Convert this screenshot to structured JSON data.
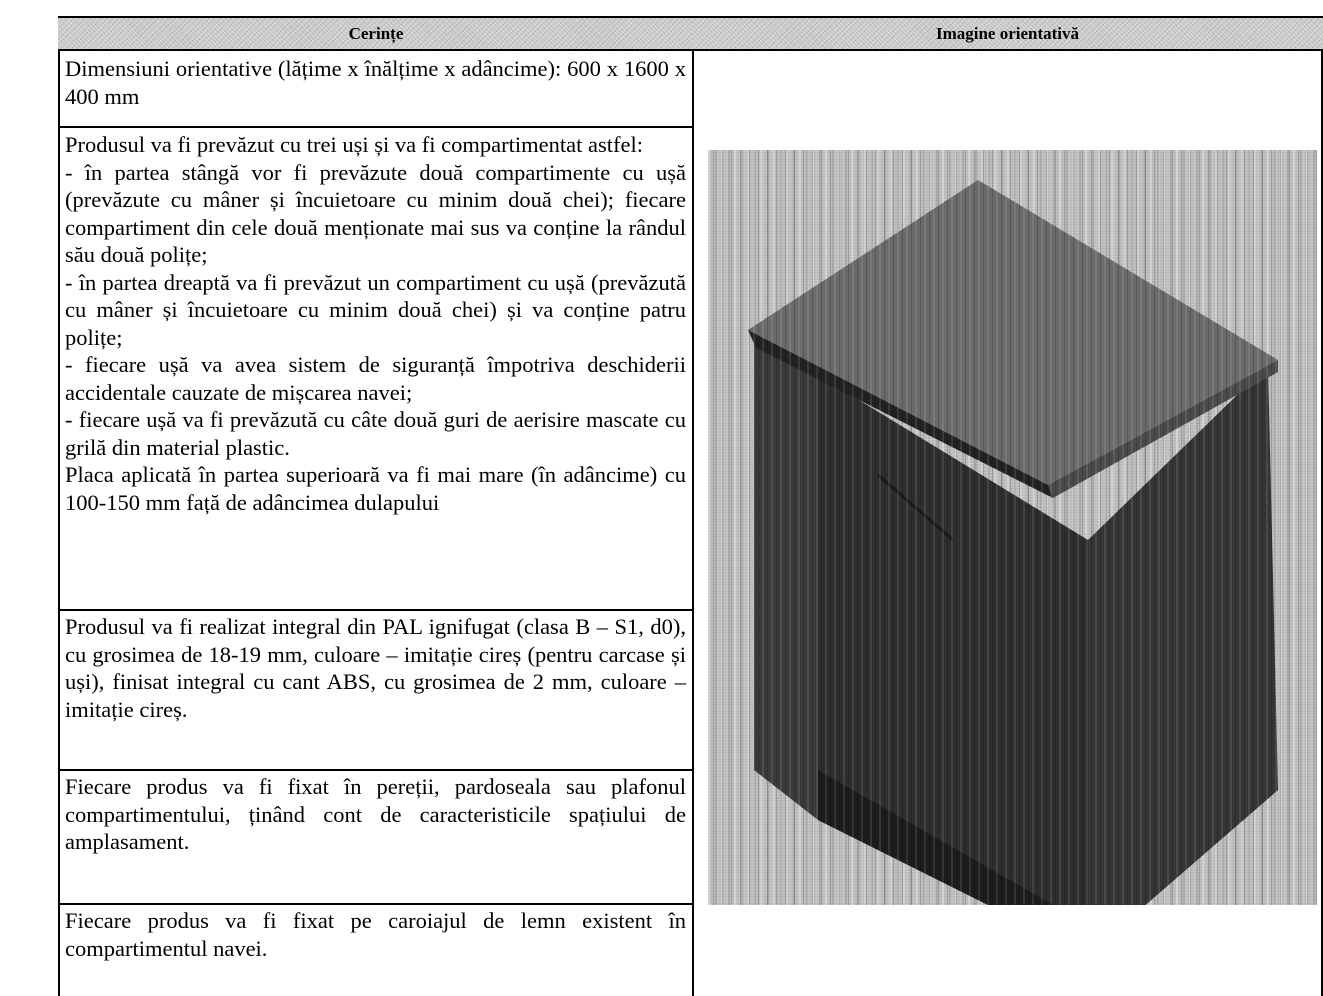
{
  "header": {
    "left": "Cerințe",
    "right": "Imagine orientativă"
  },
  "requirements": [
    {
      "lines": [
        "Dimensiuni orientative (lățime x înălțime x adâncime): 600 x 1600 x 400 mm"
      ]
    },
    {
      "lines": [
        "Produsul va fi prevăzut cu trei uși și va fi compartimentat astfel:",
        "- în partea stângă vor fi prevăzute două compartimente cu ușă (prevăzute cu mâner și încuietoare cu minim două chei); fiecare compartiment din cele două menționate mai sus va conține la rândul său două polițe;",
        "- în partea dreaptă va fi  prevăzut un compartiment cu ușă (prevăzută cu mâner și încuietoare cu minim două chei) și va conține patru polițe;",
        "- fiecare ușă va avea sistem de siguranță împotriva deschiderii accidentale cauzate de mișcarea navei;",
        "- fiecare ușă va fi prevăzută cu câte două guri de aerisire mascate cu grilă din material plastic.",
        "Placa aplicată în partea superioară va fi mai mare (în adâncime) cu 100-150 mm față de adâncimea dulapului"
      ]
    },
    {
      "lines": [
        "Produsul va fi realizat integral din  PAL ignifugat (clasa B – S1, d0), cu grosimea de 18-19 mm, culoare – imitație cireș (pentru carcase și  uși), finisat integral cu cant ABS, cu grosimea de 2 mm, culoare – imitație cireș."
      ]
    },
    {
      "lines": [
        "Fiecare produs va fi fixat în pereții, pardoseala sau plafonul compartimentului, ținând cont de caracteristicile spațiului de amplasament."
      ]
    },
    {
      "lines": [
        "Fiecare produs va fi fixat pe caroiajul de lemn existent în compartimentul navei."
      ]
    }
  ],
  "image": {
    "subject": "cabinet-illustration",
    "colors": {
      "background": "#b9b9b9",
      "top": "#6a6a6a",
      "front": "#2e2e2e",
      "side": "#3a3a3a",
      "base": "#1c1c1c"
    }
  }
}
